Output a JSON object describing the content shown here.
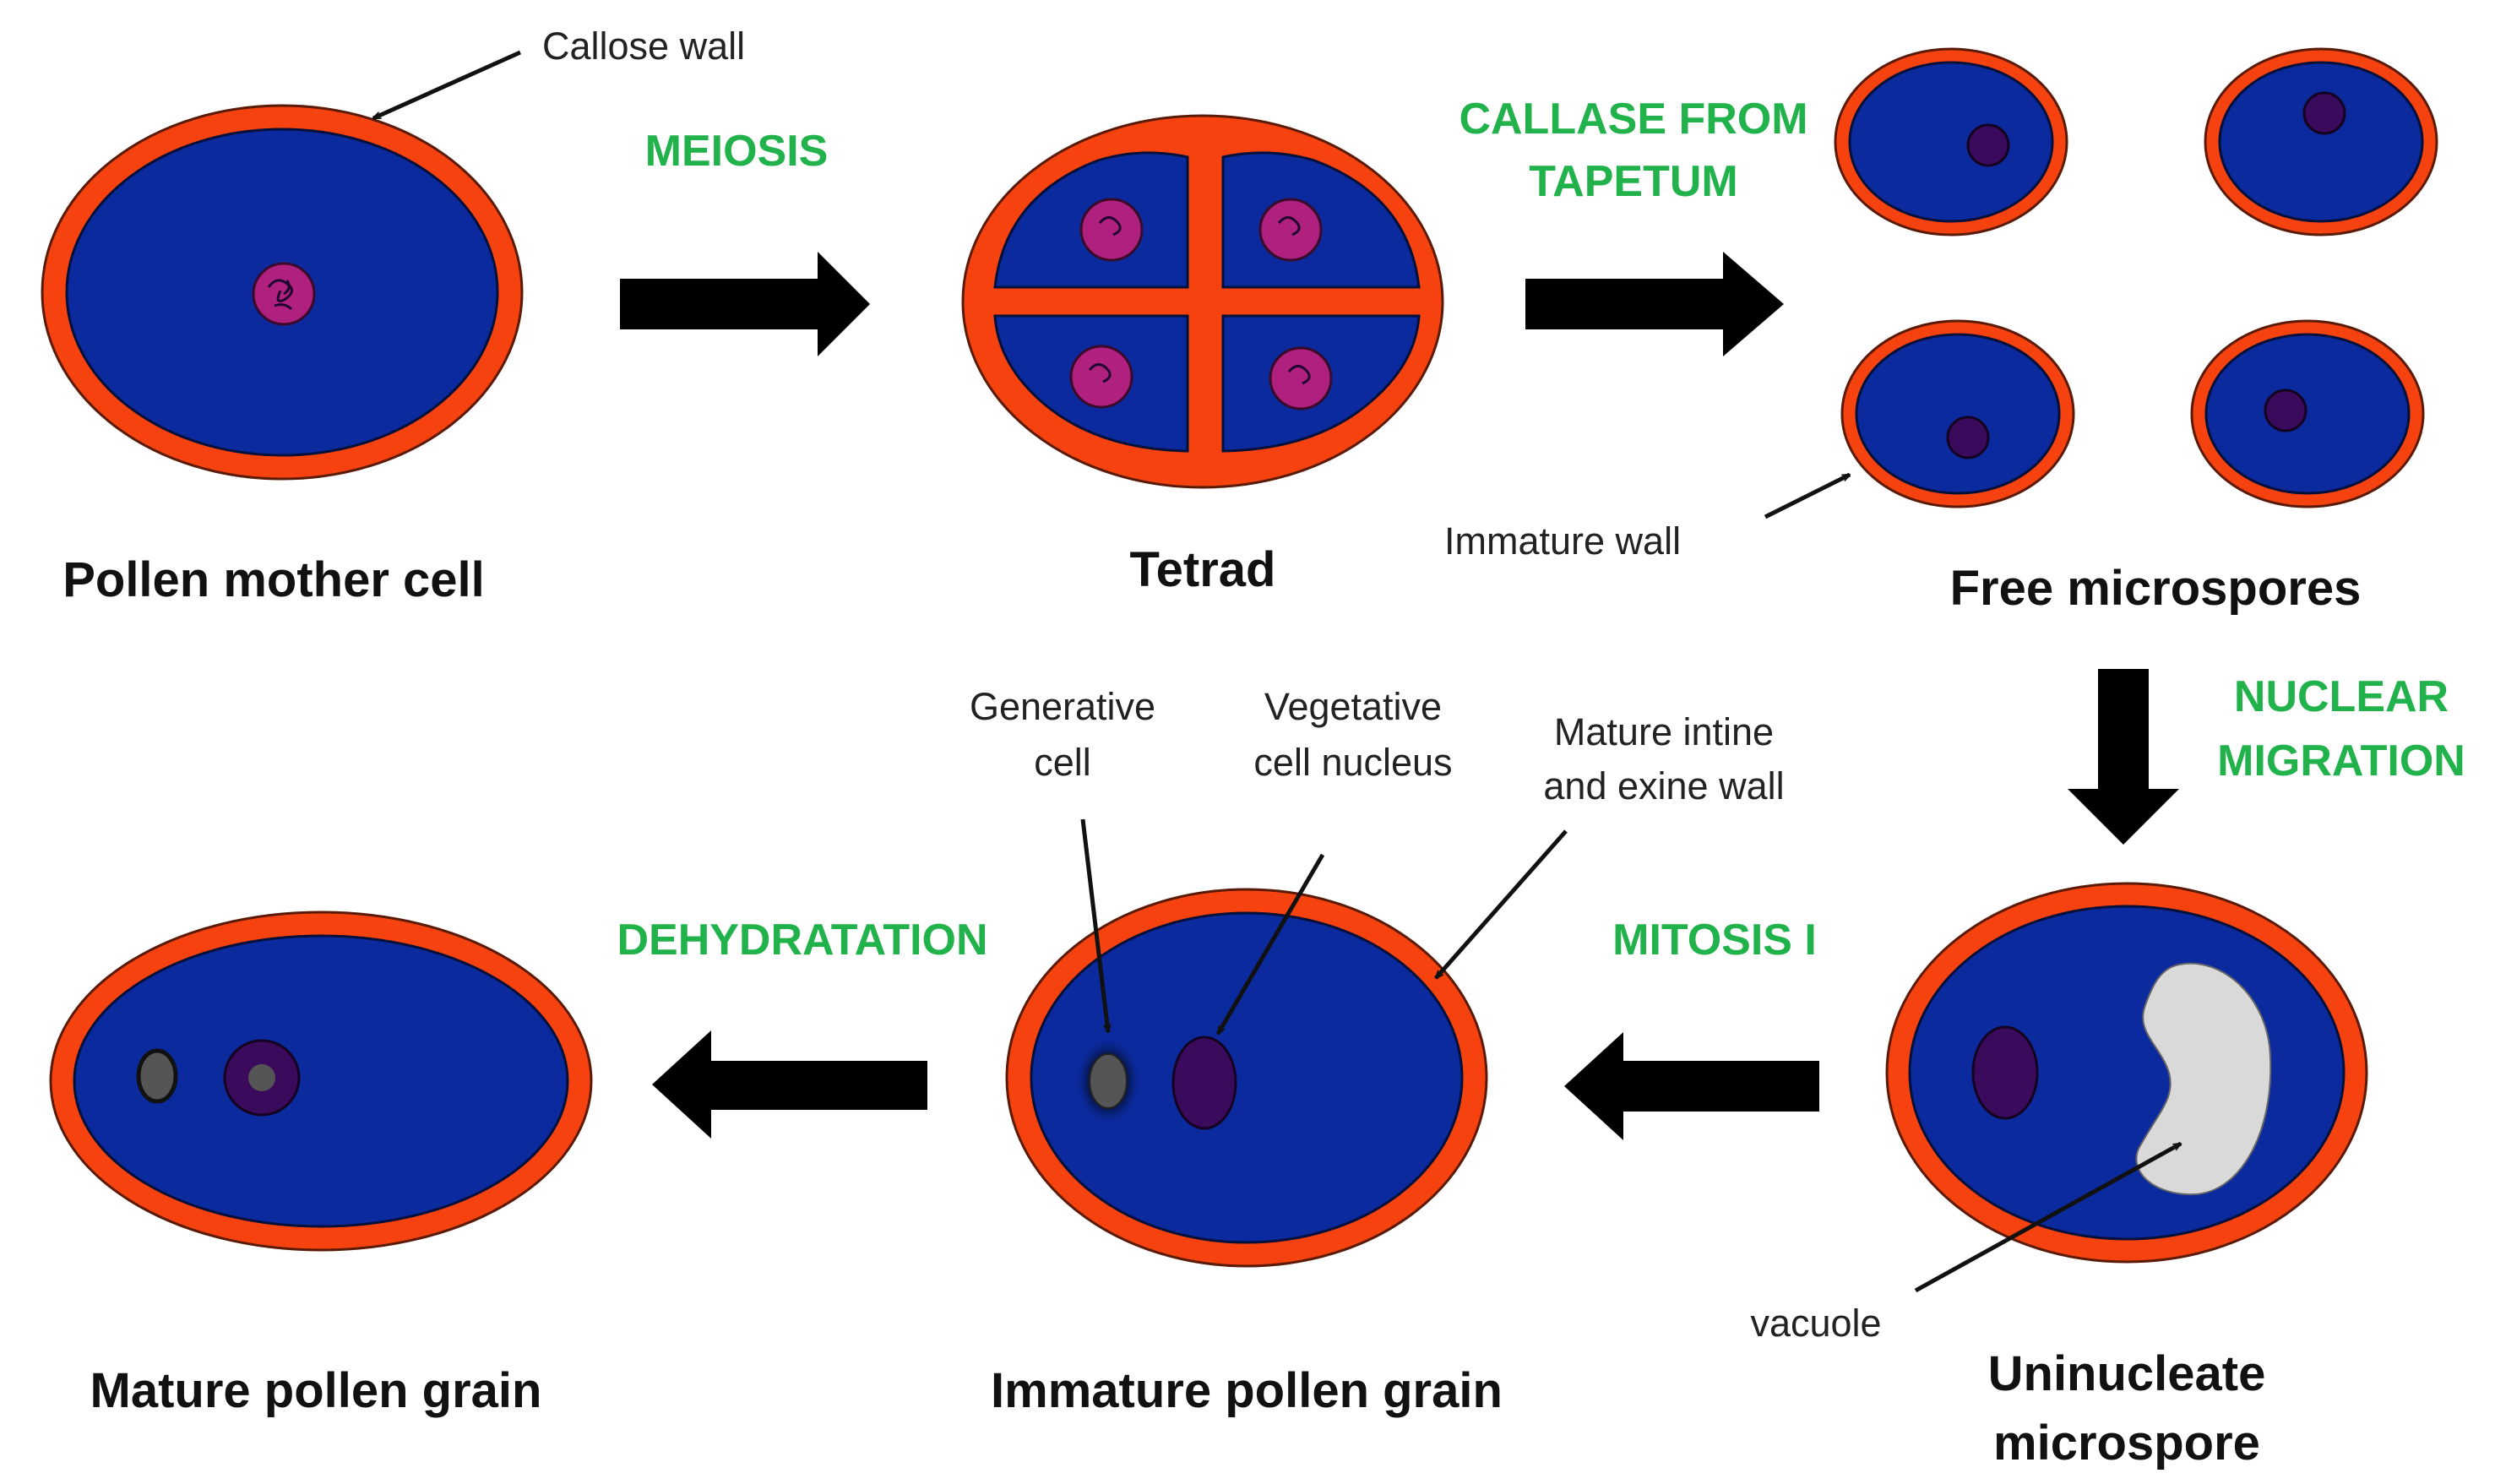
{
  "colors": {
    "wall": "#f5420f",
    "wall_outline": "#5a1a06",
    "cytoplasm": "#0a2a9e",
    "nucleus": "#3a0a5c",
    "nucleus_pink": "#b0207e",
    "vacuole": "#d9d9d9",
    "generative": "#555555",
    "process_label": "#22b24c",
    "arrow": "#000000"
  },
  "stages": {
    "pollen_mother_cell": "Pollen mother cell",
    "tetrad": "Tetrad",
    "free_microspores": "Free microspores",
    "uninucleate_line1": "Uninucleate",
    "uninucleate_line2": "microspore",
    "immature_pollen_grain": "Immature pollen grain",
    "mature_pollen_grain": "Mature pollen grain"
  },
  "processes": {
    "meiosis": "MEIOSIS",
    "callase_line1": "CALLASE FROM",
    "callase_line2": "TAPETUM",
    "nuclear_line1": "NUCLEAR",
    "nuclear_line2": "MIGRATION",
    "mitosis": "MITOSIS I",
    "dehydration": "DEHYDRATATION"
  },
  "annotations": {
    "callose_wall": "Callose wall",
    "immature_wall": "Immature wall",
    "generative_line1": "Generative",
    "generative_line2": "cell",
    "vegetative_line1": "Vegetative",
    "vegetative_line2": "cell nucleus",
    "mature_wall_line1": "Mature intine",
    "mature_wall_line2": "and exine wall",
    "vacuole": "vacuole"
  },
  "icons": {
    "flow_arrow": "block-arrow",
    "pointer": "thin-arrow-pointer"
  }
}
